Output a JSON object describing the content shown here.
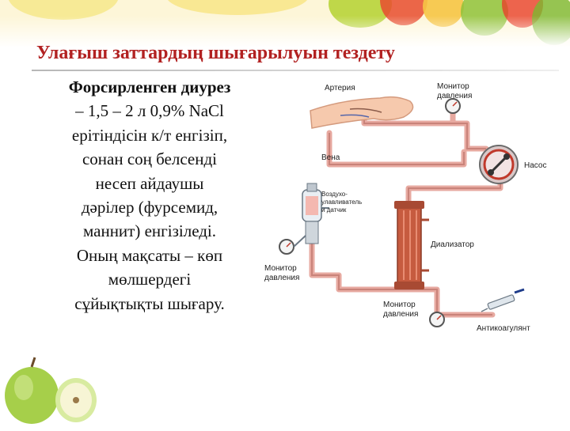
{
  "slide": {
    "title": "Улағыш заттардың шығарылуын тездету",
    "body_lines": [
      "Форсирленген диурез",
      "– 1,5 – 2 л 0,9% NaCl",
      "ерітіндісін к/т енгізіп,",
      "сонан соң белсенді",
      "несеп айдаушы",
      "дәрілер (фурсемид,",
      "маннит)  енгізіледі.",
      "Оның мақсаты – көп",
      "мөлшердегі",
      "сұйықтықты шығару."
    ]
  },
  "diagram": {
    "labels": {
      "artery": "Артерия",
      "vein": "Вена",
      "monitor_top_1": "Монитор",
      "monitor_top_2": "давления",
      "pump": "Насос",
      "air_trap_1": "Воздухо-",
      "air_trap_2": "улавливатель",
      "air_trap_3": "и датчик",
      "dialyzer": "Диализатор",
      "monitor_left_1": "Монитор",
      "monitor_left_2": "давления",
      "monitor_bottom_1": "Монитор",
      "monitor_bottom_2": "давления",
      "anticoagulant": "Антикоагулянт"
    },
    "colors": {
      "tube": "#e7a9a0",
      "pump": "#c0392b",
      "dialyzer": "#c65b3f",
      "gauge_border": "#555555"
    }
  }
}
